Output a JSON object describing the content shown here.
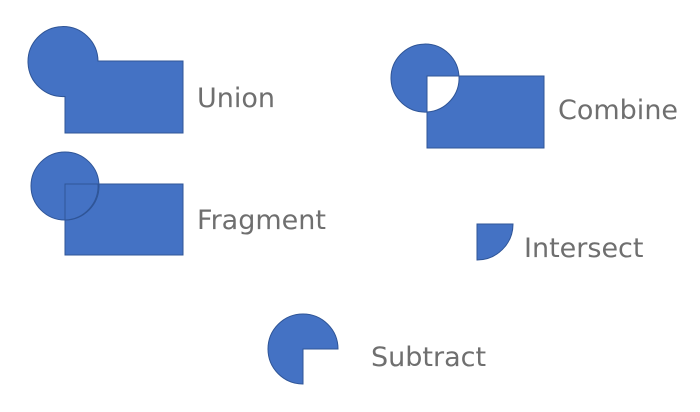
{
  "colors": {
    "shape_fill": "#4472C4",
    "shape_stroke": "#2F5597",
    "label": "#6F6F6F",
    "background": "#FFFFFF"
  },
  "examples": [
    {
      "id": "union",
      "label": "Union"
    },
    {
      "id": "combine",
      "label": "Combine"
    },
    {
      "id": "fragment",
      "label": "Fragment"
    },
    {
      "id": "intersect",
      "label": "Intersect"
    },
    {
      "id": "subtract",
      "label": "Subtract"
    }
  ]
}
